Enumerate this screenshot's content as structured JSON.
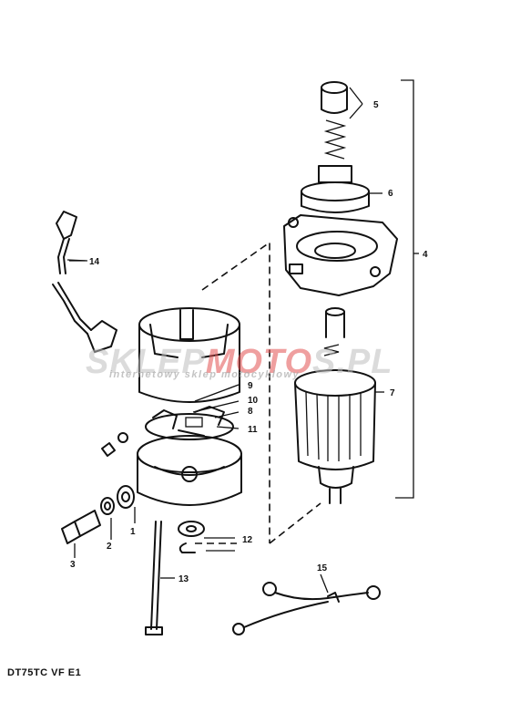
{
  "footer": {
    "model_code": "DT75TC VF E1"
  },
  "watermark": {
    "brand_part1": "SKLEP",
    "brand_part2": "MOTO",
    "brand_part3": "S.PL",
    "tagline": "internetowy sklep motocyklowy"
  },
  "parts": [
    {
      "number": "1"
    },
    {
      "number": "2"
    },
    {
      "number": "3"
    },
    {
      "number": "4"
    },
    {
      "number": "5"
    },
    {
      "number": "6"
    },
    {
      "number": "7"
    },
    {
      "number": "8"
    },
    {
      "number": "9"
    },
    {
      "number": "10"
    },
    {
      "number": "11"
    },
    {
      "number": "12"
    },
    {
      "number": "13"
    },
    {
      "number": "14"
    },
    {
      "number": "15"
    }
  ],
  "colors": {
    "ink": "#111111",
    "paper": "#ffffff",
    "watermark_accent": "#e05050"
  }
}
